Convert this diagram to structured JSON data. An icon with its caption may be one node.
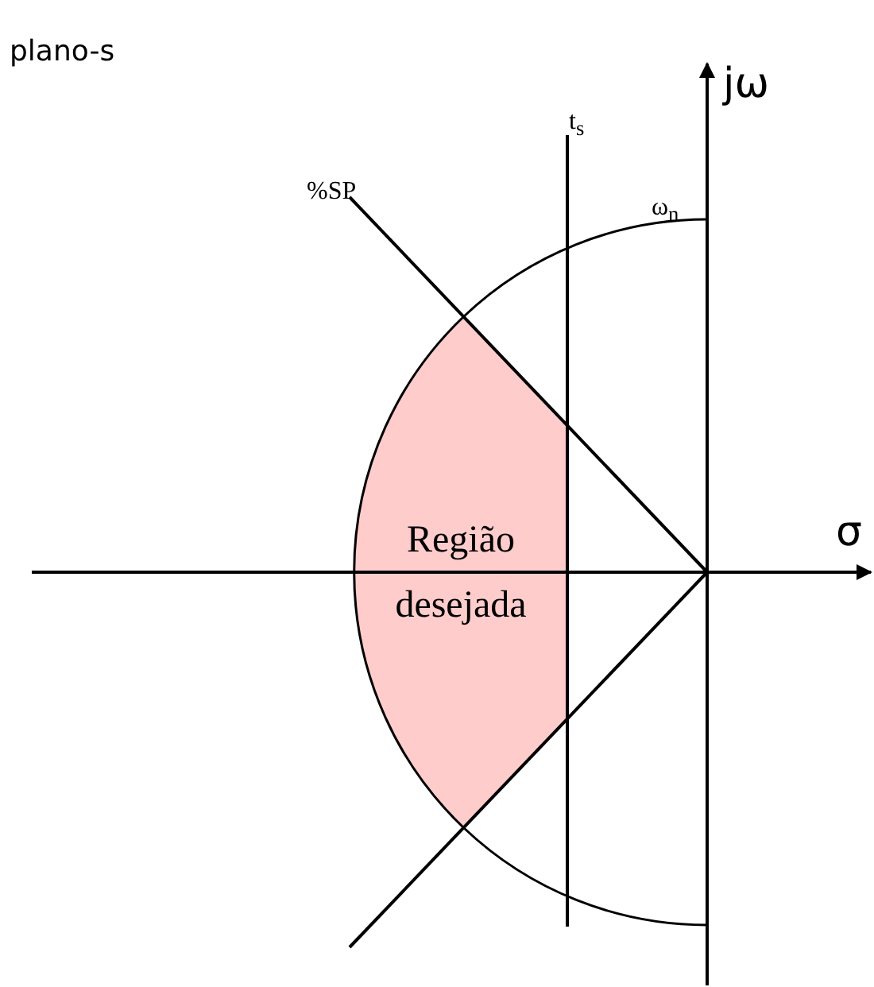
{
  "diagram": {
    "title": "plano-s",
    "nodes": [
      {
        "text": [
          "Região desejada"
        ]
      }
    ],
    "labels": [
      "%SP",
      "t$_{s}$",
      "ω$_{n}$",
      "jω",
      "σ"
    ]
  }
}
